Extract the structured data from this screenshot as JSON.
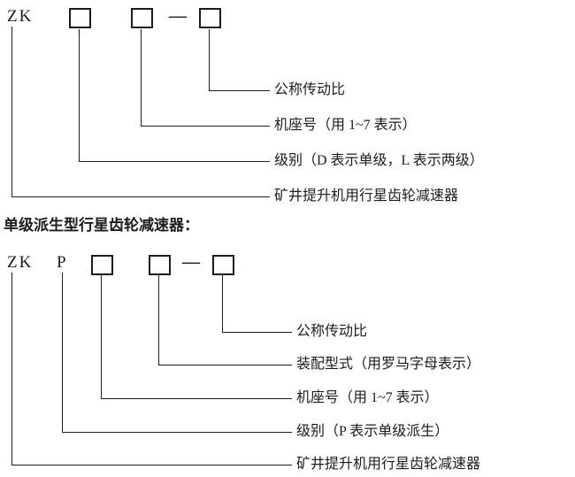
{
  "top_section": {
    "prefix": "ZK",
    "dash": "—",
    "labels": {
      "ratio": "公称传动比",
      "frame": "机座号（用 1~7 表示）",
      "grade": "级别（D 表示单级，L 表示两级）",
      "product": "矿井提升机用行星齿轮减速器"
    }
  },
  "heading": "单级派生型行星齿轮减速器：",
  "bottom_section": {
    "prefix": "ZK",
    "derived_code": "P",
    "dash": "—",
    "labels": {
      "ratio": "公称传动比",
      "assembly": "装配型式（用罗马字母表示）",
      "frame": "机座号（用 1~7 表示）",
      "grade": "级别（P 表示单级派生）",
      "product": "矿井提升机用行星齿轮减速器"
    }
  }
}
